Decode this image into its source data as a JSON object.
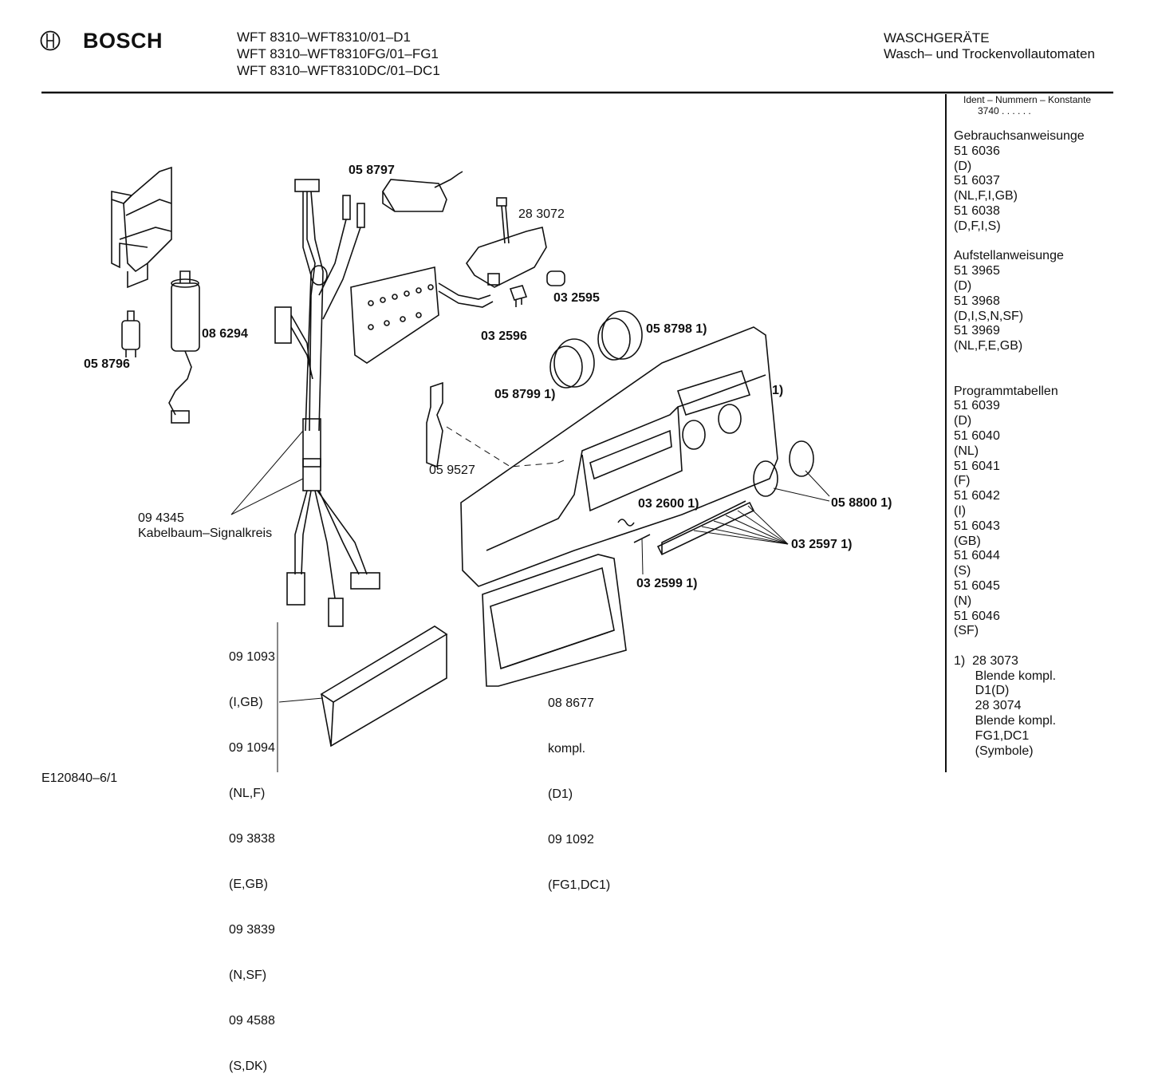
{
  "header": {
    "brand": "BOSCH",
    "models": [
      "WFT 8310–WFT8310/01–D1",
      "WFT 8310–WFT8310FG/01–FG1",
      "WFT 8310–WFT8310DC/01–DC1"
    ],
    "category_title": "WASCHGERÄTE",
    "category_subtitle": "Wasch– und Trockenvollautomaten"
  },
  "sidebar": {
    "ident_label": "Ident – Nummern – Konstante",
    "ident_value": "3740  .  .    .  .  .  .",
    "sections": [
      {
        "title": "Gebrauchsanweisunge",
        "lines": [
          "51 6036",
          "(D)",
          "51 6037",
          "(NL,F,I,GB)",
          "51 6038",
          "(D,F,I,S)"
        ]
      },
      {
        "title": "Aufstellanweisunge",
        "lines": [
          "51 3965",
          "(D)",
          "51 3968",
          "(D,I,S,N,SF)",
          "51 3969",
          "(NL,F,E,GB)"
        ]
      },
      {
        "title": "Programmtabellen",
        "lines": [
          "51 6039",
          "(D)",
          "51 6040",
          "(NL)",
          "51 6041",
          "(F)",
          "51 6042",
          "(I)",
          "51 6043",
          "(GB)",
          "51 6044",
          "(S)",
          "51 6045",
          "(N)",
          "51 6046",
          "(SF)"
        ]
      }
    ],
    "footnote": [
      "1)  28 3073",
      "      Blende kompl.",
      "      D1(D)",
      "      28 3074",
      "      Blende kompl.",
      "      FG1,DC1",
      "      (Symbole)"
    ]
  },
  "parts": {
    "p058797": "05 8797",
    "p283072": "28 3072",
    "p032595": "03 2595",
    "p032596": "03 2596",
    "p058798": "05 8798 1)",
    "p058799": "05 8799 1)",
    "p086294": "08 6294",
    "p058796": "05 8796",
    "panel_note": "1)",
    "p059527": "05 9527",
    "p094345": "09 4345",
    "p094345_desc": "Kabelbaum–Signalkreis",
    "p032600": "03 2600 1)",
    "p058800": "05 8800 1)",
    "p032597": "03 2597 1)",
    "p032599": "03 2599 1)",
    "insert_list": [
      "09 1093",
      "(I,GB)",
      "09 1094",
      "(NL,F)",
      "09 3838",
      "(E,GB)",
      "09 3839",
      "(N,SF)",
      "09 4588",
      "(S,DK)"
    ],
    "door_list": [
      "08 8677",
      "kompl.",
      "(D1)",
      "09 1092",
      "(FG1,DC1)"
    ]
  },
  "footer": {
    "drawing_id": "E120840–6/1"
  }
}
